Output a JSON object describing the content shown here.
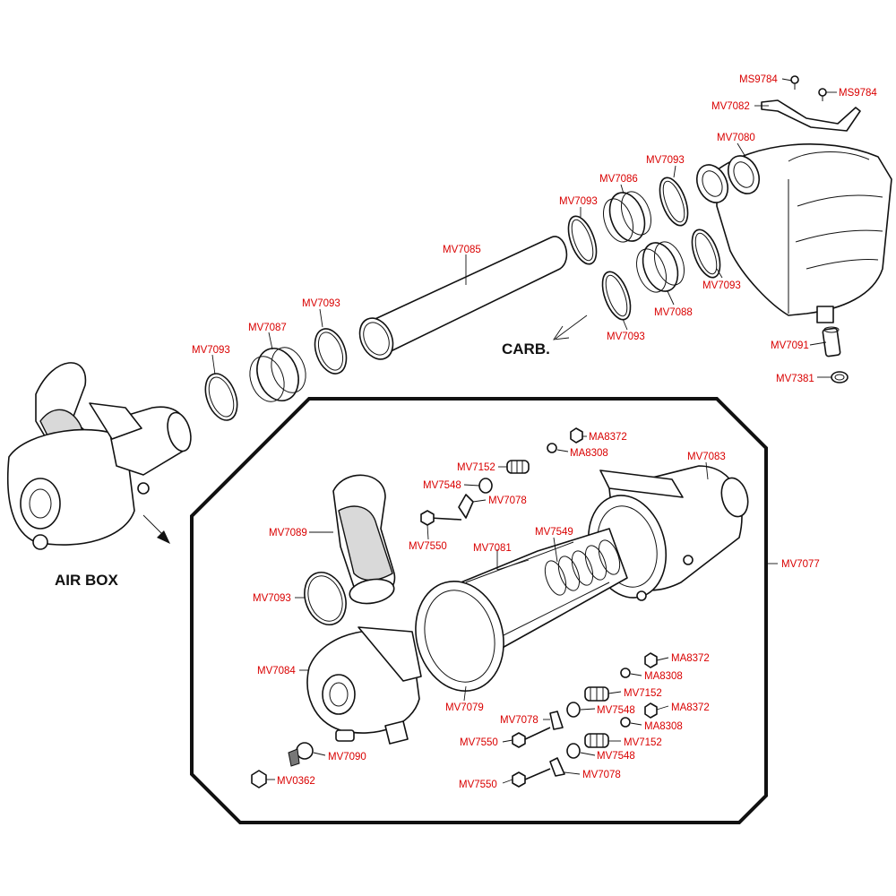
{
  "title_labels": {
    "air_box": "AIR BOX",
    "carb": "CARB."
  },
  "parts": {
    "ms9784_a": "MS9784",
    "ms9784_b": "MS9784",
    "mv7082": "MV7082",
    "mv7080": "MV7080",
    "mv7093_top": "MV7093",
    "mv7086": "MV7086",
    "mv7093_b": "MV7093",
    "mv7085": "MV7085",
    "mv7093_c": "MV7093",
    "mv7087": "MV7087",
    "mv7093_d": "MV7093",
    "mv7093_e": "MV7093",
    "mv7088": "MV7088",
    "mv7093_f": "MV7093",
    "mv7091": "MV7091",
    "mv7381": "MV7381",
    "ma8372_a": "MA8372",
    "ma8308_a": "MA8308",
    "mv7152_a": "MV7152",
    "mv7548_a": "MV7548",
    "mv7078_a": "MV7078",
    "mv7550_a": "MV7550",
    "mv7083": "MV7083",
    "mv7089": "MV7089",
    "mv7081": "MV7081",
    "mv7549": "MV7549",
    "mv7077": "MV7077",
    "mv7093_g": "MV7093",
    "mv7084": "MV7084",
    "mv7079": "MV7079",
    "mv7090": "MV7090",
    "mv0362": "MV0362",
    "ma8372_b": "MA8372",
    "ma8308_b": "MA8308",
    "mv7152_b": "MV7152",
    "mv7078_b": "MV7078",
    "mv7548_b": "MV7548",
    "ma8372_c": "MA8372",
    "ma8308_c": "MA8308",
    "mv7550_b": "MV7550",
    "mv7152_c": "MV7152",
    "mv7548_c": "MV7548",
    "mv7550_c": "MV7550",
    "mv7078_c": "MV7078"
  },
  "colors": {
    "label_red": "#d90000",
    "line": "#111111"
  }
}
